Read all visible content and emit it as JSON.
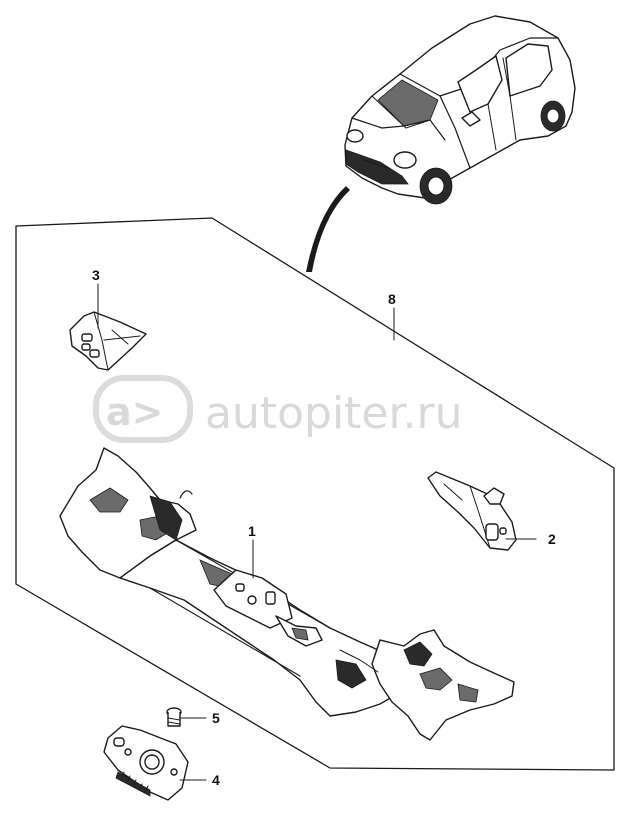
{
  "diagram": {
    "callouts": {
      "c1": "1",
      "c2": "2",
      "c3": "3",
      "c4": "4",
      "c5": "5",
      "c8": "8"
    },
    "watermark": {
      "text": "autopiter.ru",
      "logo": "a>"
    },
    "colors": {
      "line": "#1a1a1a",
      "background": "#ffffff",
      "watermark": "#d9d9d9"
    }
  }
}
